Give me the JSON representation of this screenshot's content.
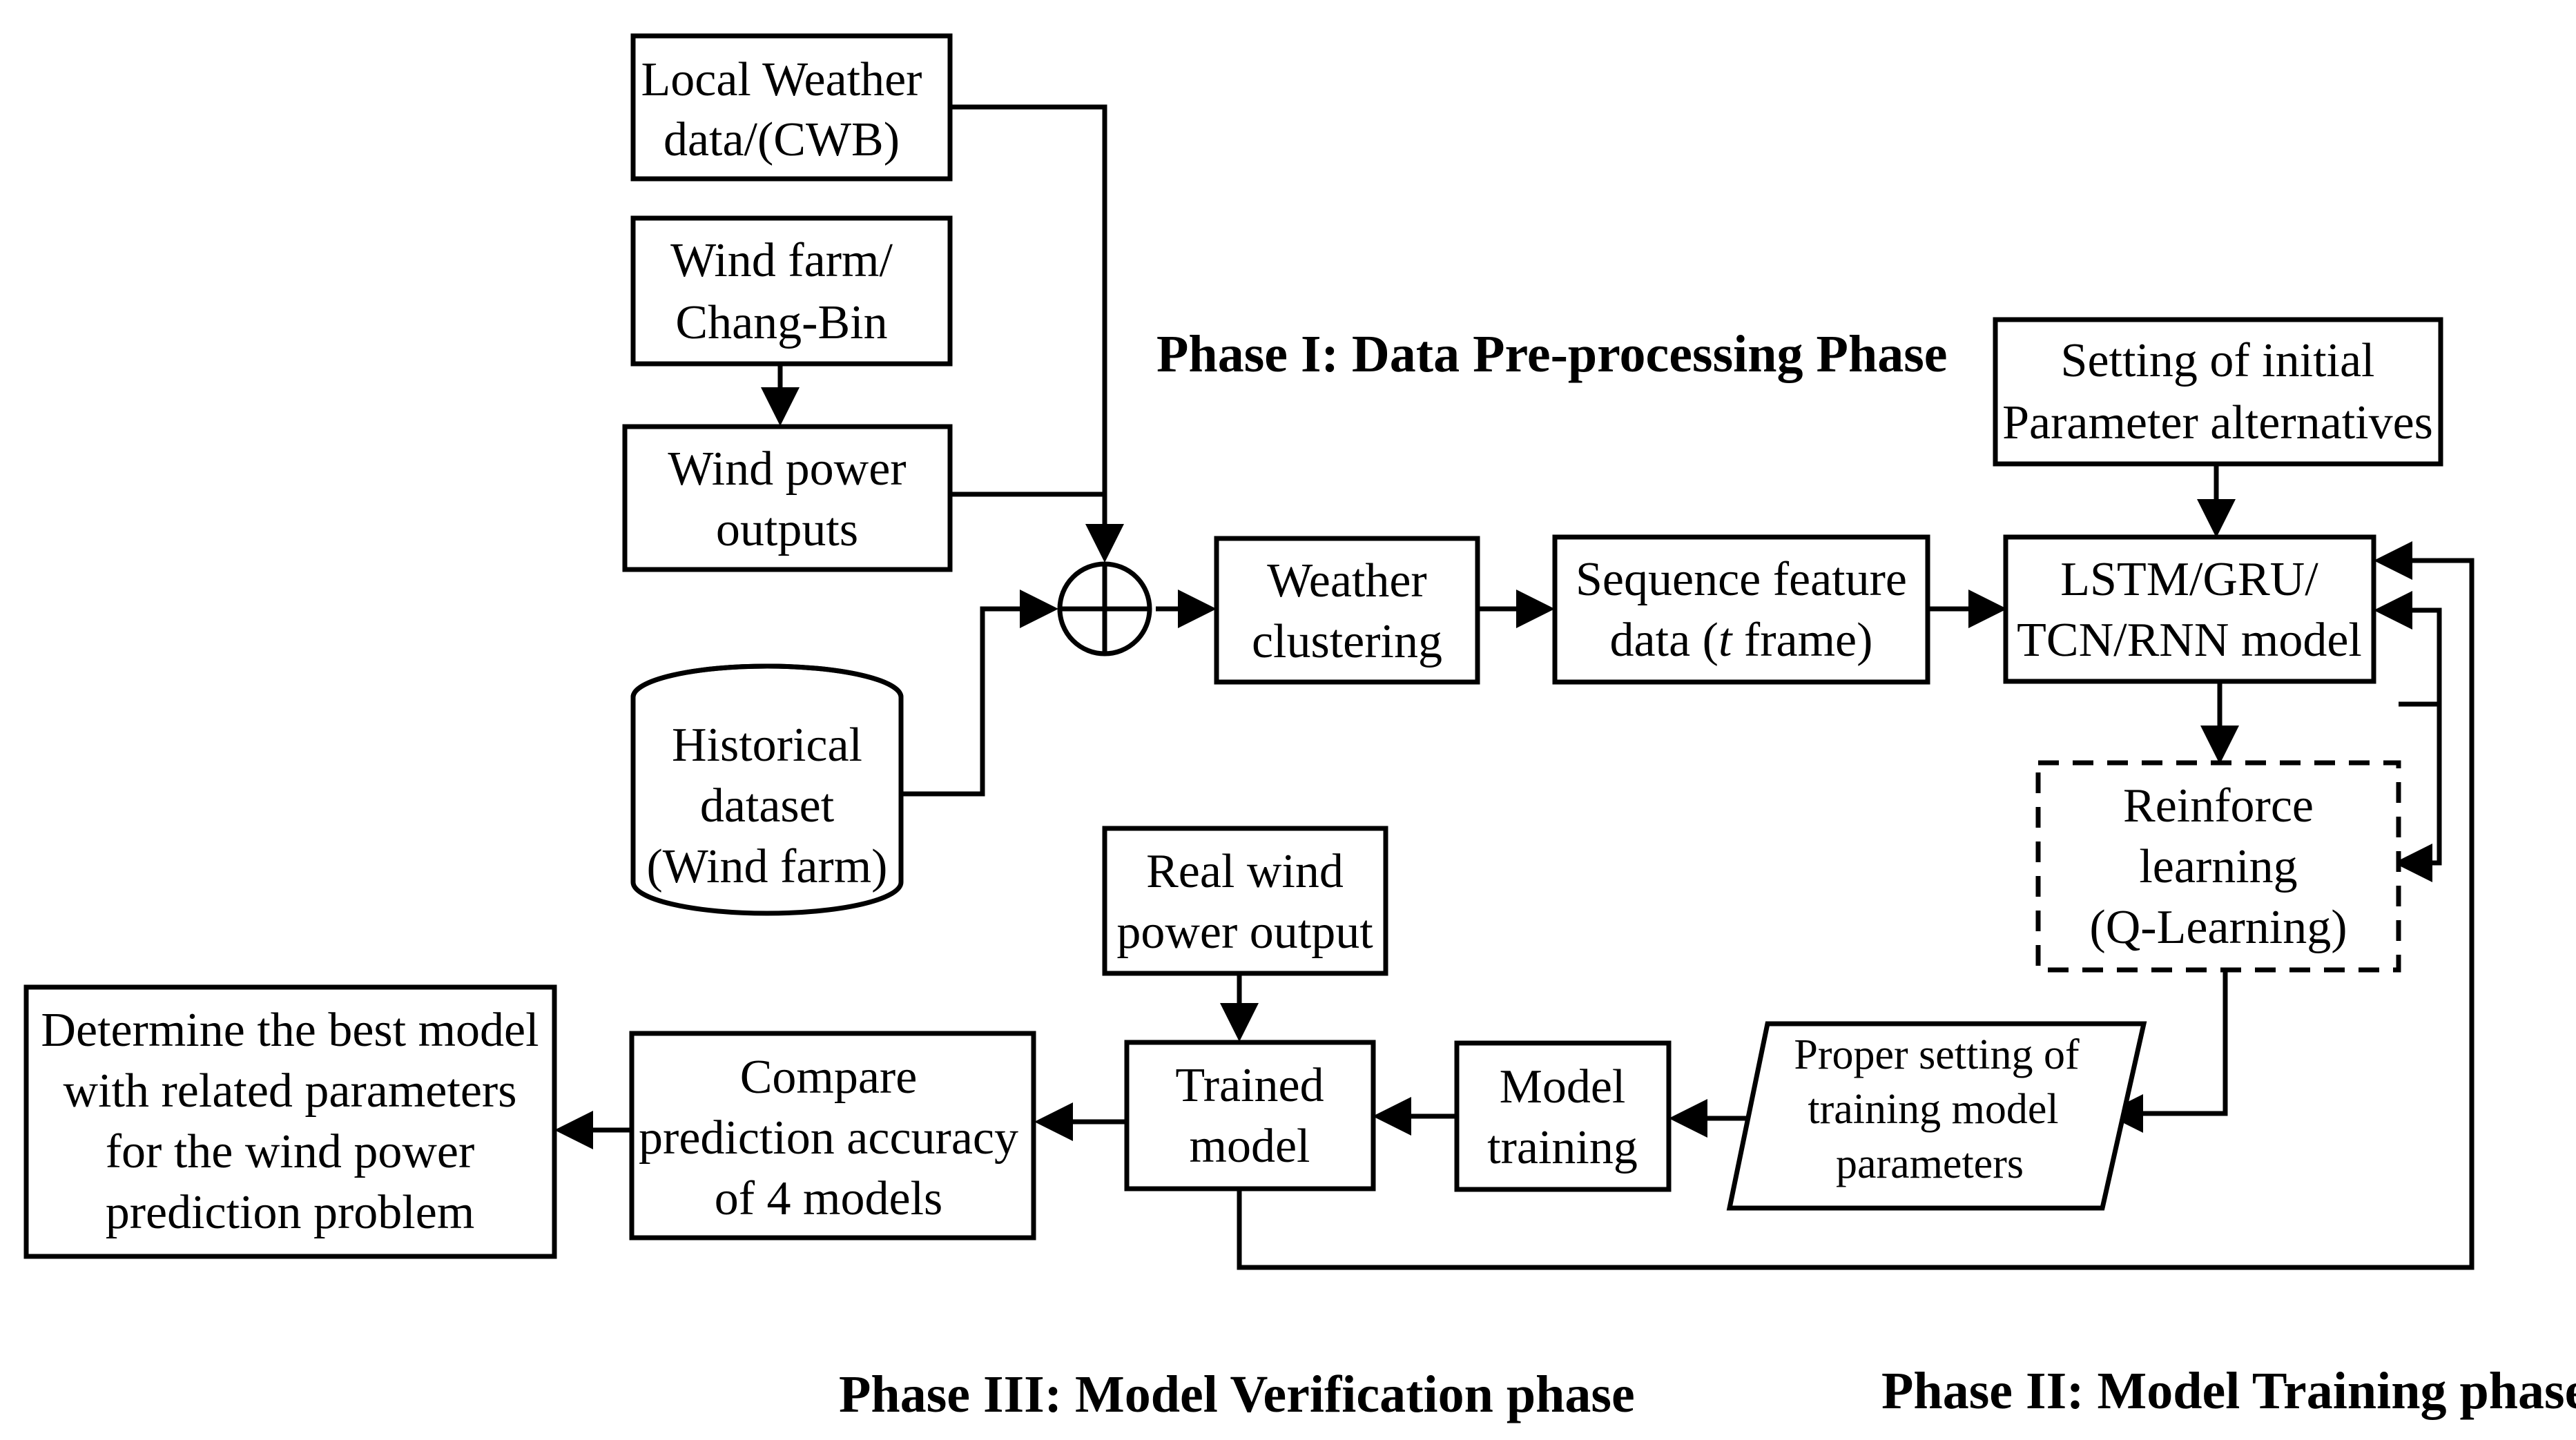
{
  "phases": {
    "phase1": "Phase I: Data Pre-processing Phase",
    "phase2": "Phase II: Model Training phase",
    "phase3": "Phase III: Model Verification phase"
  },
  "nodes": {
    "local_weather": [
      "Local Weather",
      "data/(CWB)"
    ],
    "wind_farm": [
      "Wind farm/",
      "Chang-Bin"
    ],
    "wind_power_outputs": [
      "Wind power",
      "outputs"
    ],
    "historical_dataset": [
      "Historical",
      "dataset",
      "(Wind farm)"
    ],
    "weather_clustering": [
      "Weather",
      "clustering"
    ],
    "sequence_feature": {
      "line1": "Sequence feature",
      "line2_pre": "data (",
      "line2_var": "t",
      "line2_post": " frame)"
    },
    "initial_params": [
      "Setting of initial",
      "Parameter alternatives"
    ],
    "model": [
      "LSTM/GRU/",
      "TCN/RNN model"
    ],
    "reinforce": [
      "Reinforce",
      "learning",
      "(Q-Learning)"
    ],
    "proper_setting": [
      "Proper setting of",
      "training model",
      "parameters"
    ],
    "model_training": [
      "Model",
      "training"
    ],
    "real_wind": [
      "Real wind",
      "power output"
    ],
    "trained_model": [
      "Trained",
      "model"
    ],
    "compare": [
      "Compare",
      "prediction accuracy",
      "of 4 models"
    ],
    "determine": [
      "Determine the best model",
      "with related parameters",
      "for the wind power",
      "prediction problem"
    ]
  }
}
